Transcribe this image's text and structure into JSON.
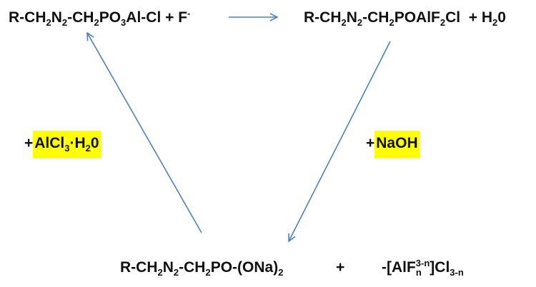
{
  "reactions": {
    "top_left": {
      "p1": "R-CH",
      "s1": "2",
      "p2": "N",
      "s2": "2",
      "p3": "-CH",
      "s3": "2",
      "p4": "PO",
      "s4": "3",
      "p5": "Al-Cl + F",
      "sup1": "-"
    },
    "top_right": {
      "p1": "R-CH",
      "s1": "2",
      "p2": "N",
      "s2": "2",
      "p3": "-CH",
      "s3": "2",
      "p4": "POAlF",
      "s4": "2",
      "p5": "Cl  + H",
      "s5": "2",
      "p6": "0"
    },
    "bottom_left": {
      "p1": "R-CH",
      "s1": "2",
      "p2": "N",
      "s2": "2",
      "p3": "-CH",
      "s3": "2",
      "p4": "PO-(ONa)",
      "s4": "2"
    },
    "bottom_plus": "+",
    "bottom_right": {
      "p1": "-[AlF",
      "s1": "n",
      "sup1": "3-n",
      "p2": "]Cl",
      "s2": "3-n"
    }
  },
  "reagents": {
    "left": {
      "plus": "+",
      "p1": "AlCl",
      "s1": "3",
      "p2": "·H",
      "s2": "2",
      "p3": "0"
    },
    "right": {
      "plus": "+",
      "p1": "NaOH"
    }
  },
  "colors": {
    "arrow": "#4f81bd",
    "highlight": "#ffff00",
    "text": "#111111"
  }
}
